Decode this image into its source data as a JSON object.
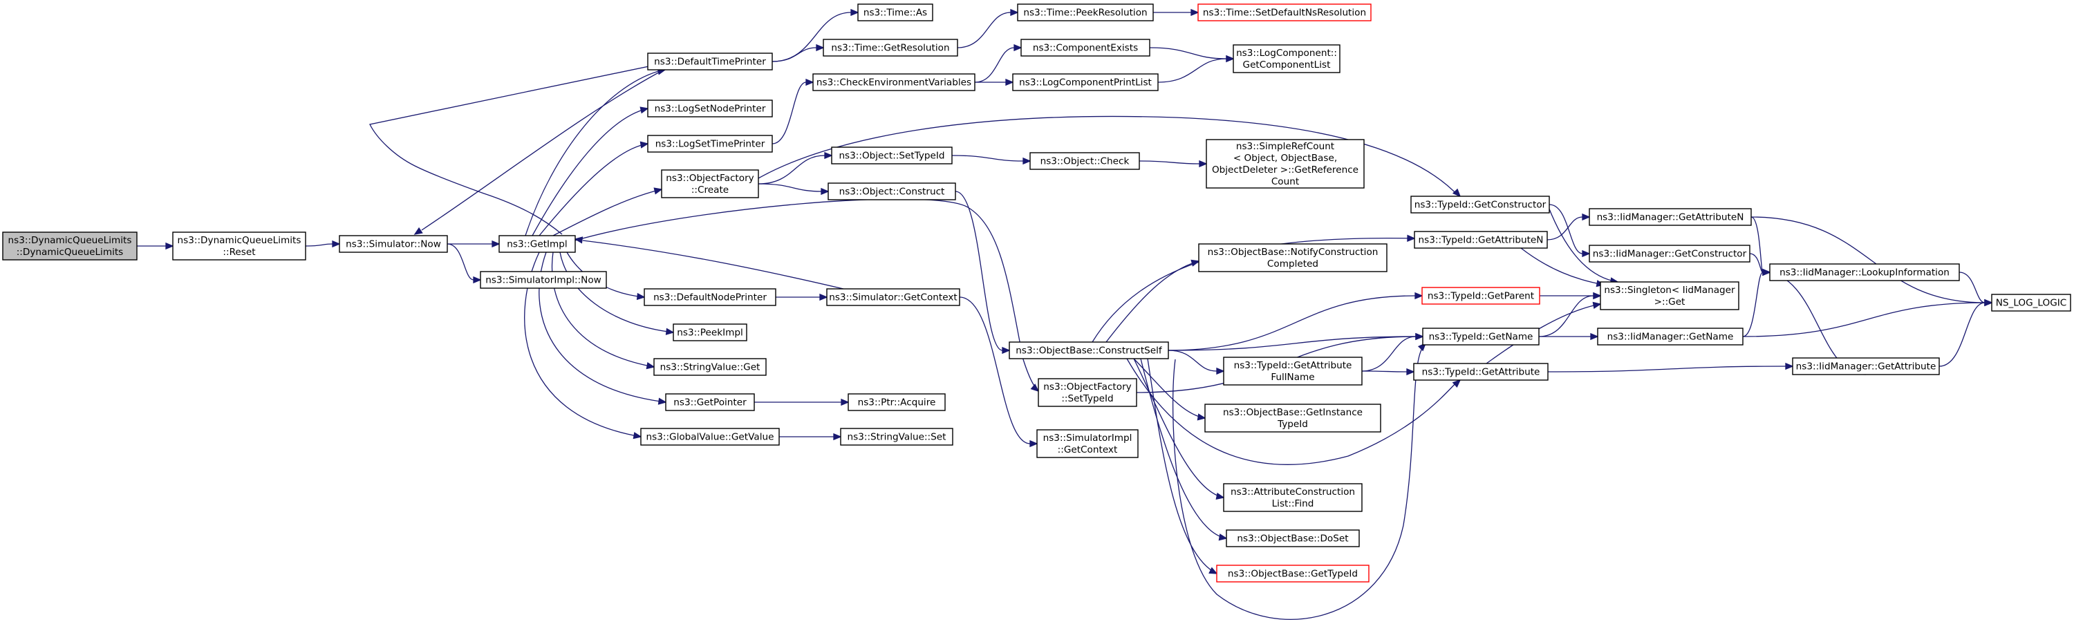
{
  "colors": {
    "edge": "#191970",
    "node_border": "#000000",
    "node_truncated_border": "#ff0000",
    "node_root_fill": "#bfbfbf",
    "node_fill": "#ffffff"
  },
  "graph": {
    "nodes": [
      {
        "id": "root",
        "lines": [
          "ns3::DynamicQueueLimits",
          "::DynamicQueueLimits"
        ],
        "root": true
      },
      {
        "id": "reset",
        "lines": [
          "ns3::DynamicQueueLimits",
          "::Reset"
        ]
      },
      {
        "id": "sim_now",
        "lines": [
          "ns3::Simulator::Now"
        ]
      },
      {
        "id": "getimpl",
        "lines": [
          "ns3::GetImpl"
        ]
      },
      {
        "id": "simimpl_now",
        "lines": [
          "ns3::SimulatorImpl::Now"
        ]
      },
      {
        "id": "defaulttimeprinter",
        "lines": [
          "ns3::DefaultTimePrinter"
        ]
      },
      {
        "id": "time_as",
        "lines": [
          "ns3::Time::As"
        ]
      },
      {
        "id": "time_getres",
        "lines": [
          "ns3::Time::GetResolution"
        ]
      },
      {
        "id": "time_peekres",
        "lines": [
          "ns3::Time::PeekResolution"
        ]
      },
      {
        "id": "time_setdefault",
        "lines": [
          "ns3::Time::SetDefaultNsResolution"
        ],
        "truncated": true
      },
      {
        "id": "logsetnodeprinter",
        "lines": [
          "ns3::LogSetNodePrinter"
        ]
      },
      {
        "id": "logsettimeprinter",
        "lines": [
          "ns3::LogSetTimePrinter"
        ]
      },
      {
        "id": "checkenv",
        "lines": [
          "ns3::CheckEnvironmentVariables"
        ]
      },
      {
        "id": "compexists",
        "lines": [
          "ns3::ComponentExists"
        ]
      },
      {
        "id": "logcompprintlist",
        "lines": [
          "ns3::LogComponentPrintList"
        ]
      },
      {
        "id": "getcomplist",
        "lines": [
          "ns3::LogComponent::",
          "GetComponentList"
        ]
      },
      {
        "id": "objfactory_create",
        "lines": [
          "ns3::ObjectFactory",
          "::Create"
        ]
      },
      {
        "id": "obj_settypeid",
        "lines": [
          "ns3::Object::SetTypeId"
        ]
      },
      {
        "id": "obj_check",
        "lines": [
          "ns3::Object::Check"
        ]
      },
      {
        "id": "simplerefcount",
        "lines": [
          "ns3::SimpleRefCount",
          "< Object, ObjectBase,",
          "ObjectDeleter >::GetReference",
          "Count"
        ]
      },
      {
        "id": "obj_construct",
        "lines": [
          "ns3::Object::Construct"
        ]
      },
      {
        "id": "defaultnodeprinter",
        "lines": [
          "ns3::DefaultNodePrinter"
        ]
      },
      {
        "id": "sim_getcontext",
        "lines": [
          "ns3::Simulator::GetContext"
        ]
      },
      {
        "id": "peekimpl",
        "lines": [
          "ns3::PeekImpl"
        ]
      },
      {
        "id": "stringvalue_get",
        "lines": [
          "ns3::StringValue::Get"
        ]
      },
      {
        "id": "getpointer",
        "lines": [
          "ns3::GetPointer"
        ]
      },
      {
        "id": "ptr_acquire",
        "lines": [
          "ns3::Ptr::Acquire"
        ]
      },
      {
        "id": "globalvalue_get",
        "lines": [
          "ns3::GlobalValue::GetValue"
        ]
      },
      {
        "id": "stringvalue_set",
        "lines": [
          "ns3::StringValue::Set"
        ]
      },
      {
        "id": "objfactory_settypeid",
        "lines": [
          "ns3::ObjectFactory",
          "::SetTypeId"
        ]
      },
      {
        "id": "simimpl_getcontext",
        "lines": [
          "ns3::SimulatorImpl",
          "::GetContext"
        ]
      },
      {
        "id": "constructself",
        "lines": [
          "ns3::ObjectBase::ConstructSelf"
        ]
      },
      {
        "id": "notifyconstruction",
        "lines": [
          "ns3::ObjectBase::NotifyConstruction",
          "Completed"
        ]
      },
      {
        "id": "typeid_getconstructor",
        "lines": [
          "ns3::TypeId::GetConstructor"
        ]
      },
      {
        "id": "typeid_getattributen",
        "lines": [
          "ns3::TypeId::GetAttributeN"
        ]
      },
      {
        "id": "typeid_getparent",
        "lines": [
          "ns3::TypeId::GetParent"
        ],
        "truncated": true
      },
      {
        "id": "typeid_getname",
        "lines": [
          "ns3::TypeId::GetName"
        ]
      },
      {
        "id": "typeid_getattrfullname",
        "lines": [
          "ns3::TypeId::GetAttribute",
          "FullName"
        ]
      },
      {
        "id": "typeid_getattribute",
        "lines": [
          "ns3::TypeId::GetAttribute"
        ]
      },
      {
        "id": "getinstancetypeid",
        "lines": [
          "ns3::ObjectBase::GetInstance",
          "TypeId"
        ]
      },
      {
        "id": "attrconstructionlist",
        "lines": [
          "ns3::AttributeConstruction",
          "List::Find"
        ]
      },
      {
        "id": "dost",
        "lines": [
          "ns3::ObjectBase::DoSet"
        ]
      },
      {
        "id": "objbase_gettypeid",
        "lines": [
          "ns3::ObjectBase::GetTypeId"
        ],
        "truncated": true
      },
      {
        "id": "singleton_get",
        "lines": [
          "ns3::Singleton< IidManager",
          ">::Get"
        ]
      },
      {
        "id": "iid_getattributen",
        "lines": [
          "ns3::IidManager::GetAttributeN"
        ]
      },
      {
        "id": "iid_getconstructor",
        "lines": [
          "ns3::IidManager::GetConstructor"
        ]
      },
      {
        "id": "iid_lookupinfo",
        "lines": [
          "ns3::IidManager::LookupInformation"
        ]
      },
      {
        "id": "iid_getname",
        "lines": [
          "ns3::IidManager::GetName"
        ]
      },
      {
        "id": "iid_getattribute",
        "lines": [
          "ns3::IidManager::GetAttribute"
        ]
      },
      {
        "id": "ns_log_logic",
        "lines": [
          "NS_LOG_LOGIC"
        ]
      }
    ],
    "edges": [
      [
        "root",
        "reset"
      ],
      [
        "reset",
        "sim_now"
      ],
      [
        "sim_now",
        "getimpl"
      ],
      [
        "sim_now",
        "simimpl_now"
      ],
      [
        "getimpl",
        "sim_now"
      ],
      [
        "getimpl",
        "defaulttimeprinter"
      ],
      [
        "getimpl",
        "logsetnodeprinter"
      ],
      [
        "getimpl",
        "logsettimeprinter"
      ],
      [
        "getimpl",
        "objfactory_create"
      ],
      [
        "getimpl",
        "defaultnodeprinter"
      ],
      [
        "getimpl",
        "peekimpl"
      ],
      [
        "getimpl",
        "stringvalue_get"
      ],
      [
        "getimpl",
        "getpointer"
      ],
      [
        "getimpl",
        "globalvalue_get"
      ],
      [
        "getimpl",
        "objfactory_settypeid"
      ],
      [
        "defaulttimeprinter",
        "sim_now"
      ],
      [
        "defaulttimeprinter",
        "time_as"
      ],
      [
        "defaulttimeprinter",
        "time_getres"
      ],
      [
        "time_getres",
        "time_peekres"
      ],
      [
        "time_peekres",
        "time_setdefault"
      ],
      [
        "logsettimeprinter",
        "checkenv"
      ],
      [
        "checkenv",
        "compexists"
      ],
      [
        "checkenv",
        "logcompprintlist"
      ],
      [
        "compexists",
        "getcomplist"
      ],
      [
        "logcompprintlist",
        "getcomplist"
      ],
      [
        "objfactory_create",
        "obj_settypeid"
      ],
      [
        "objfactory_create",
        "obj_construct"
      ],
      [
        "objfactory_create",
        "typeid_getconstructor"
      ],
      [
        "obj_settypeid",
        "obj_check"
      ],
      [
        "obj_check",
        "simplerefcount"
      ],
      [
        "obj_construct",
        "constructself"
      ],
      [
        "defaultnodeprinter",
        "sim_getcontext"
      ],
      [
        "sim_getcontext",
        "getimpl"
      ],
      [
        "sim_getcontext",
        "simimpl_getcontext"
      ],
      [
        "getpointer",
        "ptr_acquire"
      ],
      [
        "globalvalue_get",
        "stringvalue_set"
      ],
      [
        "objfactory_settypeid",
        "typeid_getname"
      ],
      [
        "constructself",
        "notifyconstruction"
      ],
      [
        "constructself",
        "typeid_getattributen"
      ],
      [
        "constructself",
        "typeid_getparent"
      ],
      [
        "constructself",
        "typeid_getname"
      ],
      [
        "constructself",
        "typeid_getattrfullname"
      ],
      [
        "constructself",
        "typeid_getattribute"
      ],
      [
        "constructself",
        "getinstancetypeid"
      ],
      [
        "constructself",
        "attrconstructionlist"
      ],
      [
        "constructself",
        "dost"
      ],
      [
        "constructself",
        "objbase_gettypeid"
      ],
      [
        "typeid_getconstructor",
        "singleton_get"
      ],
      [
        "typeid_getconstructor",
        "iid_getconstructor"
      ],
      [
        "typeid_getattributen",
        "singleton_get"
      ],
      [
        "typeid_getattributen",
        "iid_getattributen"
      ],
      [
        "typeid_getparent",
        "singleton_get"
      ],
      [
        "typeid_getname",
        "singleton_get"
      ],
      [
        "typeid_getname",
        "iid_getname"
      ],
      [
        "typeid_getattrfullname",
        "typeid_getname"
      ],
      [
        "typeid_getattrfullname",
        "typeid_getattribute"
      ],
      [
        "typeid_getattribute",
        "singleton_get"
      ],
      [
        "typeid_getattribute",
        "iid_getattribute"
      ],
      [
        "iid_getattributen",
        "iid_lookupinfo"
      ],
      [
        "iid_getattributen",
        "ns_log_logic"
      ],
      [
        "iid_getconstructor",
        "iid_lookupinfo"
      ],
      [
        "iid_lookupinfo",
        "ns_log_logic"
      ],
      [
        "iid_getname",
        "iid_lookupinfo"
      ],
      [
        "iid_getname",
        "ns_log_logic"
      ],
      [
        "iid_getattribute",
        "iid_lookupinfo"
      ],
      [
        "iid_getattribute",
        "ns_log_logic"
      ],
      [
        "objbase_gettypeid",
        "typeid_getname"
      ]
    ]
  }
}
